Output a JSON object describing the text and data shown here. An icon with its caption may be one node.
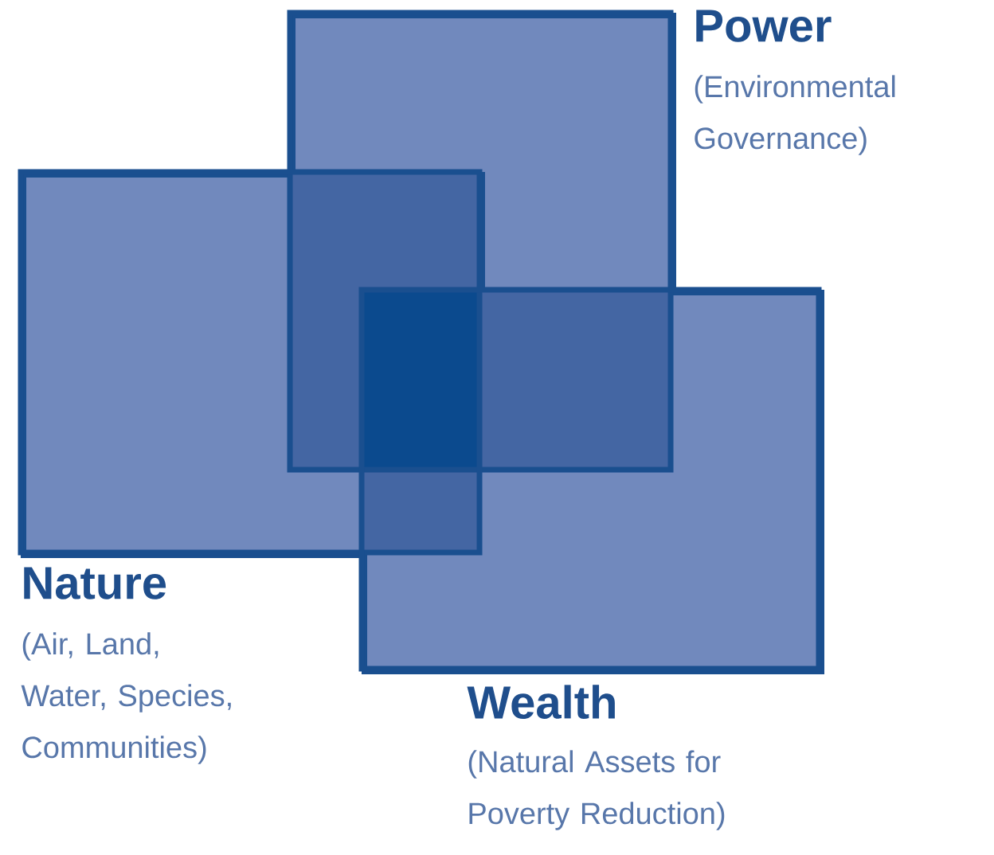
{
  "diagram": {
    "nodes": [
      {
        "text": [
          "Power",
          "(Environmental Governance)"
        ]
      },
      {
        "text": [
          "Nature",
          "(Air, Land, Water, Species, Communities)"
        ]
      },
      {
        "text": [
          "Wealth",
          "(Natural Assets for Poverty Reduction)"
        ]
      }
    ]
  }
}
